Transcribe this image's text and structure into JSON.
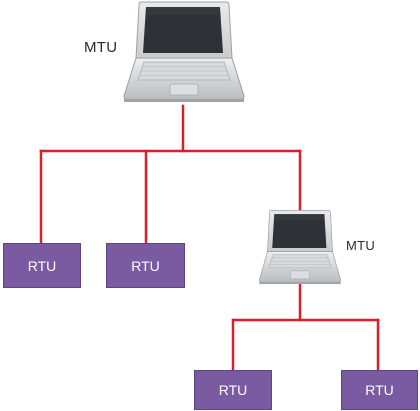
{
  "diagram": {
    "master_top": {
      "label": "MTU",
      "icon": "laptop-icon"
    },
    "master_sub": {
      "label": "MTU",
      "icon": "laptop-icon"
    },
    "rtu_labels": [
      "RTU",
      "RTU",
      "RTU",
      "RTU"
    ]
  },
  "colors": {
    "wire": "#d8202b",
    "rtu_fill": "#7a5aa0",
    "rtu_text": "#ffffff"
  }
}
